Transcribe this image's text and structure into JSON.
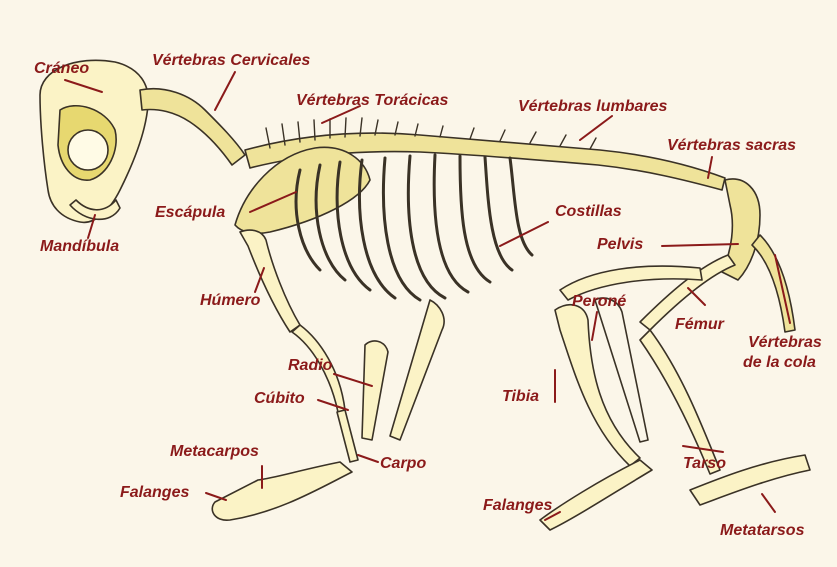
{
  "colors": {
    "label": "#8b1a1a",
    "bone_fill": "#fbf3c6",
    "bone_shade": "#e7d870",
    "bone_outline": "#3a3226",
    "paper": "#fbf6e9"
  },
  "labels": {
    "craneo": "Cráneo",
    "vert_cervicales": "Vértebras Cervicales",
    "vert_toracicas": "Vértebras Torácicas",
    "vert_lumbares": "Vértebras lumbares",
    "vert_sacras": "Vértebras sacras",
    "escapula": "Escápula",
    "costillas": "Costillas",
    "mandibula": "Mandíbula",
    "pelvis": "Pelvis",
    "humero": "Húmero",
    "perone": "Peroné",
    "femur": "Fémur",
    "vert_cola_1": "Vértebras",
    "vert_cola_2": "de la cola",
    "radio": "Radio",
    "cubito": "Cúbito",
    "tibia": "Tibia",
    "metacarpos": "Metacarpos",
    "carpo": "Carpo",
    "tarso": "Tarso",
    "falanges_front": "Falanges",
    "falanges_hind": "Falanges",
    "metatarsos": "Metatarsos"
  }
}
